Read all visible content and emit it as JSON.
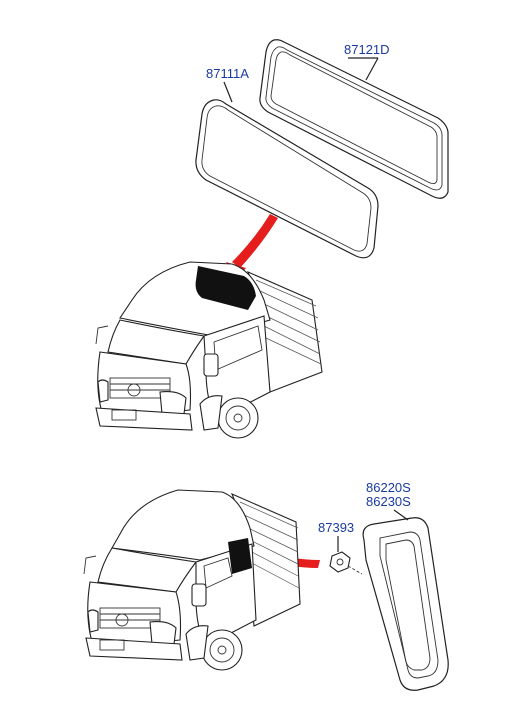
{
  "diagram": {
    "parts": {
      "rear_glass_seal": "87121D",
      "rear_glass": "87111A",
      "side_glass_nut": "87393",
      "side_glass_lh": "86220S",
      "side_glass_rh": "86230S"
    },
    "colors": {
      "label": "#1a3aa0",
      "arrow": "#e51d1d",
      "line": "#222222",
      "glass_highlight": "#111111"
    },
    "icons": {
      "truck_top": "truck-cab-rear-window-icon",
      "truck_bottom": "truck-cab-side-window-icon"
    }
  }
}
